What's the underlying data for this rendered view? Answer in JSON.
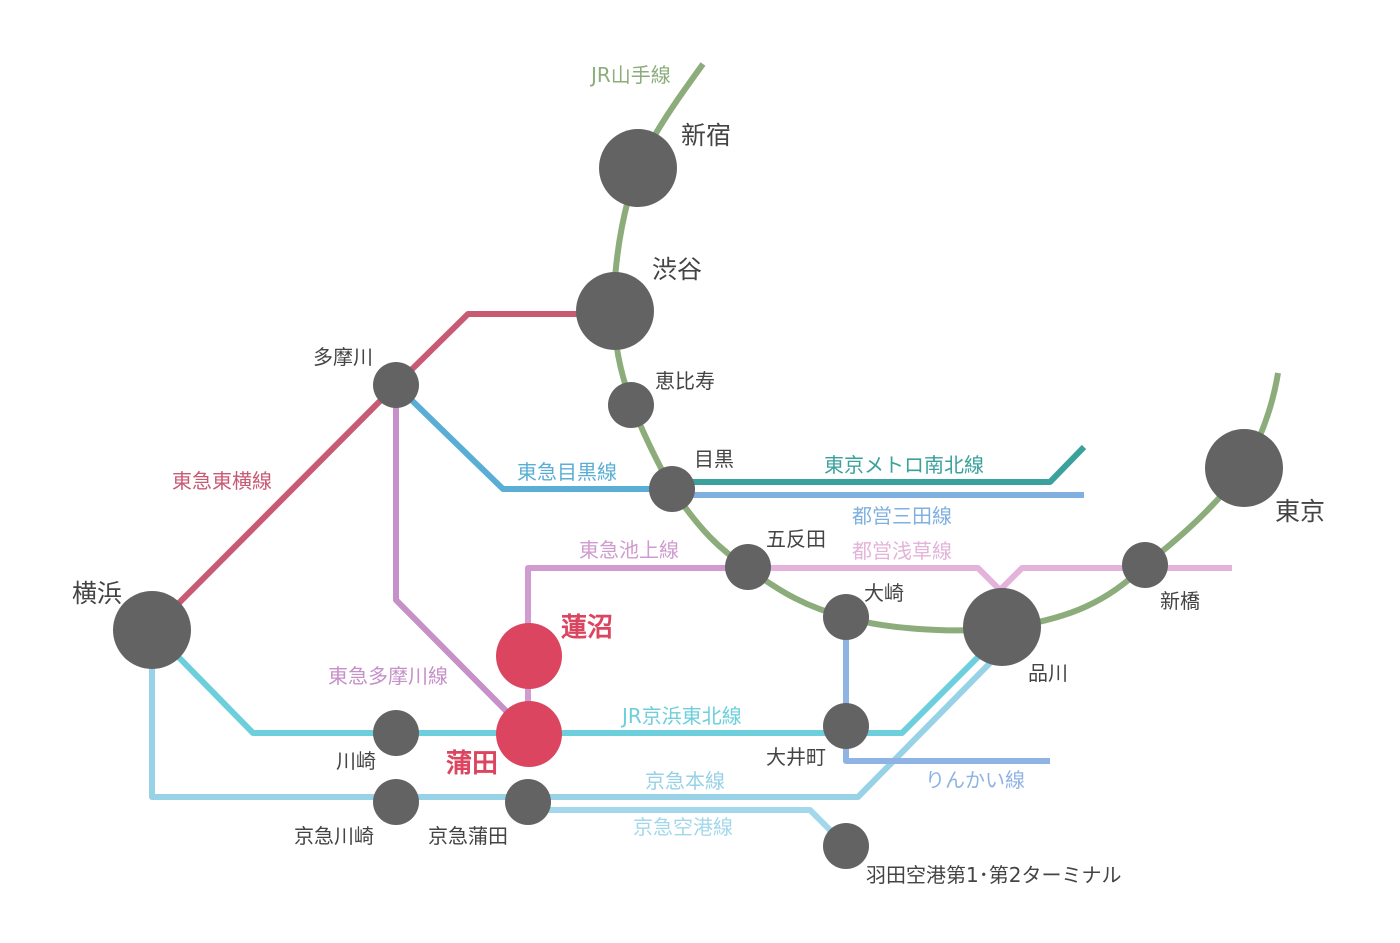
{
  "colors": {
    "background": "#ffffff",
    "station": "#636363",
    "highlight": "#dc4560",
    "text": "#444444"
  },
  "lines": {
    "yamanote": {
      "label": "JR山手線",
      "color": "#8cad7b"
    },
    "toyoko": {
      "label": "東急東横線",
      "color": "#c85a74"
    },
    "meguro": {
      "label": "東急目黒線",
      "color": "#5aaed6"
    },
    "namboku": {
      "label": "東京メトロ南北線",
      "color": "#3aa19c"
    },
    "mita": {
      "label": "都営三田線",
      "color": "#7fb0e0"
    },
    "asakusa": {
      "label": "都営浅草線",
      "color": "#e3b3d9"
    },
    "ikegami": {
      "label": "東急池上線",
      "color": "#d09bcf"
    },
    "tamagawa": {
      "label": "東急多摩川線",
      "color": "#c690c8"
    },
    "keihin_tohoku": {
      "label": "JR京浜東北線",
      "color": "#6dcfdc"
    },
    "rinkai": {
      "label": "りんかい線",
      "color": "#8fb4e4"
    },
    "keikyu": {
      "label": "京急本線",
      "color": "#97d2e7"
    },
    "keikyu_airport": {
      "label": "京急空港線",
      "color": "#a3d8ec"
    }
  },
  "stations": {
    "shinjuku": "新宿",
    "shibuya": "渋谷",
    "ebisu": "恵比寿",
    "meguro": "目黒",
    "gotanda": "五反田",
    "osaki": "大崎",
    "shinagawa": "品川",
    "shimbashi": "新橋",
    "tokyo": "東京",
    "tamagawa": "多摩川",
    "yokohama": "横浜",
    "hasunuma": "蓮沼",
    "kamata": "蒲田",
    "kawasaki": "川崎",
    "oimachi": "大井町",
    "keikyu_kawasaki": "京急川崎",
    "keikyu_kamata": "京急蒲田",
    "haneda": "羽田空港第1･第2ターミナル"
  }
}
